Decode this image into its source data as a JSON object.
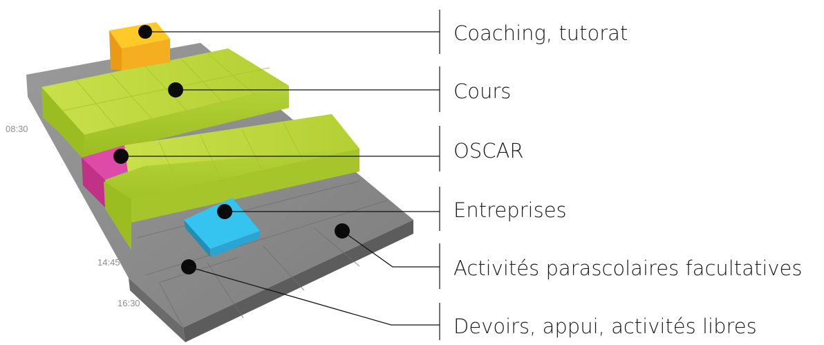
{
  "time_labels": {
    "t0830": "08:30",
    "t1445": "14:45",
    "t1630": "16:30"
  },
  "legend": [
    {
      "key": "coaching",
      "label": "Coaching, tutorat",
      "color": "#f0a91e"
    },
    {
      "key": "cours",
      "label": "Cours",
      "color": "#b6d33a"
    },
    {
      "key": "oscar",
      "label": "OSCAR",
      "color": "#d23a96"
    },
    {
      "key": "entreprises",
      "label": "Entreprises",
      "color": "#2fb6e6"
    },
    {
      "key": "parascolaire",
      "label": "Activités parascolaires facultatives",
      "color": "#8f8f8f"
    },
    {
      "key": "devoirs",
      "label": "Devoirs, appui, activités libres",
      "color": "#8f8f8f"
    }
  ]
}
